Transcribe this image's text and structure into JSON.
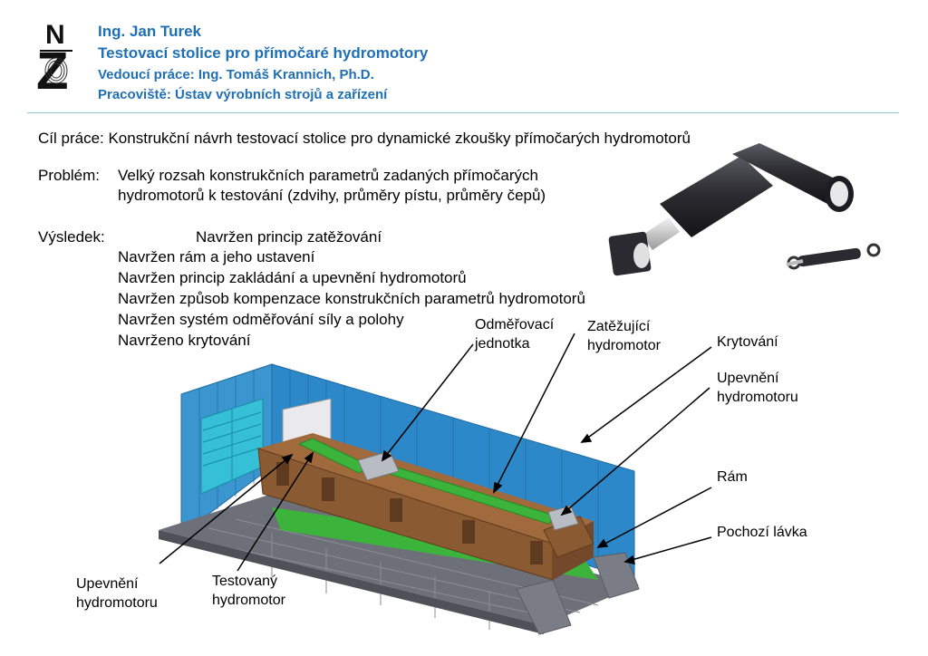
{
  "header": {
    "author": "Ing. Jan Turek",
    "title": "Testovací stolice pro přímočaré hydromotory",
    "supervisor": "Vedoucí práce:  Ing. Tomáš Krannich, Ph.D.",
    "workplace": "Pracoviště: Ústav výrobních strojů a zařízení"
  },
  "logo": {
    "letters": "NZ"
  },
  "goal": "Cíl práce: Konstrukční návrh testovací stolice pro dynamické zkoušky přímočarých hydromotorů",
  "problem": {
    "label": "Problém:",
    "line1": "Velký rozsah konstrukčních parametrů zadaných přímočarých",
    "line2": "hydromotorů k testování (zdvihy, průměry pístu, průměry čepů)"
  },
  "result": {
    "label": "Výsledek:",
    "items": [
      "Navržen princip zatěžování",
      "Navržen rám a jeho ustavení",
      "Navržen princip zakládání a upevnění hydromotorů",
      "Navržen způsob kompenzace konstrukčních parametrů hydromotorů",
      "Navržen systém odměřování síly a polohy",
      "Navrženo krytování"
    ]
  },
  "labels": {
    "measuring_unit": [
      "Odměřovací",
      "jednotka"
    ],
    "loading_motor": [
      "Zatěžující",
      "hydromotor"
    ],
    "cover": [
      "Krytování"
    ],
    "mount_right": [
      "Upevnění",
      "hydromotoru"
    ],
    "frame": [
      "Rám"
    ],
    "walkway": [
      "Pochozí lávka"
    ],
    "mount_left": [
      "Upevnění",
      "hydromotoru"
    ],
    "tested_motor": [
      "Testovaný",
      "hydromotor"
    ]
  },
  "colors": {
    "header_blue": "#1f6fb5",
    "wall_blue": "#2c88c8",
    "frame_brown": "#8a5a32",
    "cylinder_green": "#3cb43c",
    "cylinder_dark": "#2a2a2e",
    "door_cyan": "#35c0d8"
  }
}
